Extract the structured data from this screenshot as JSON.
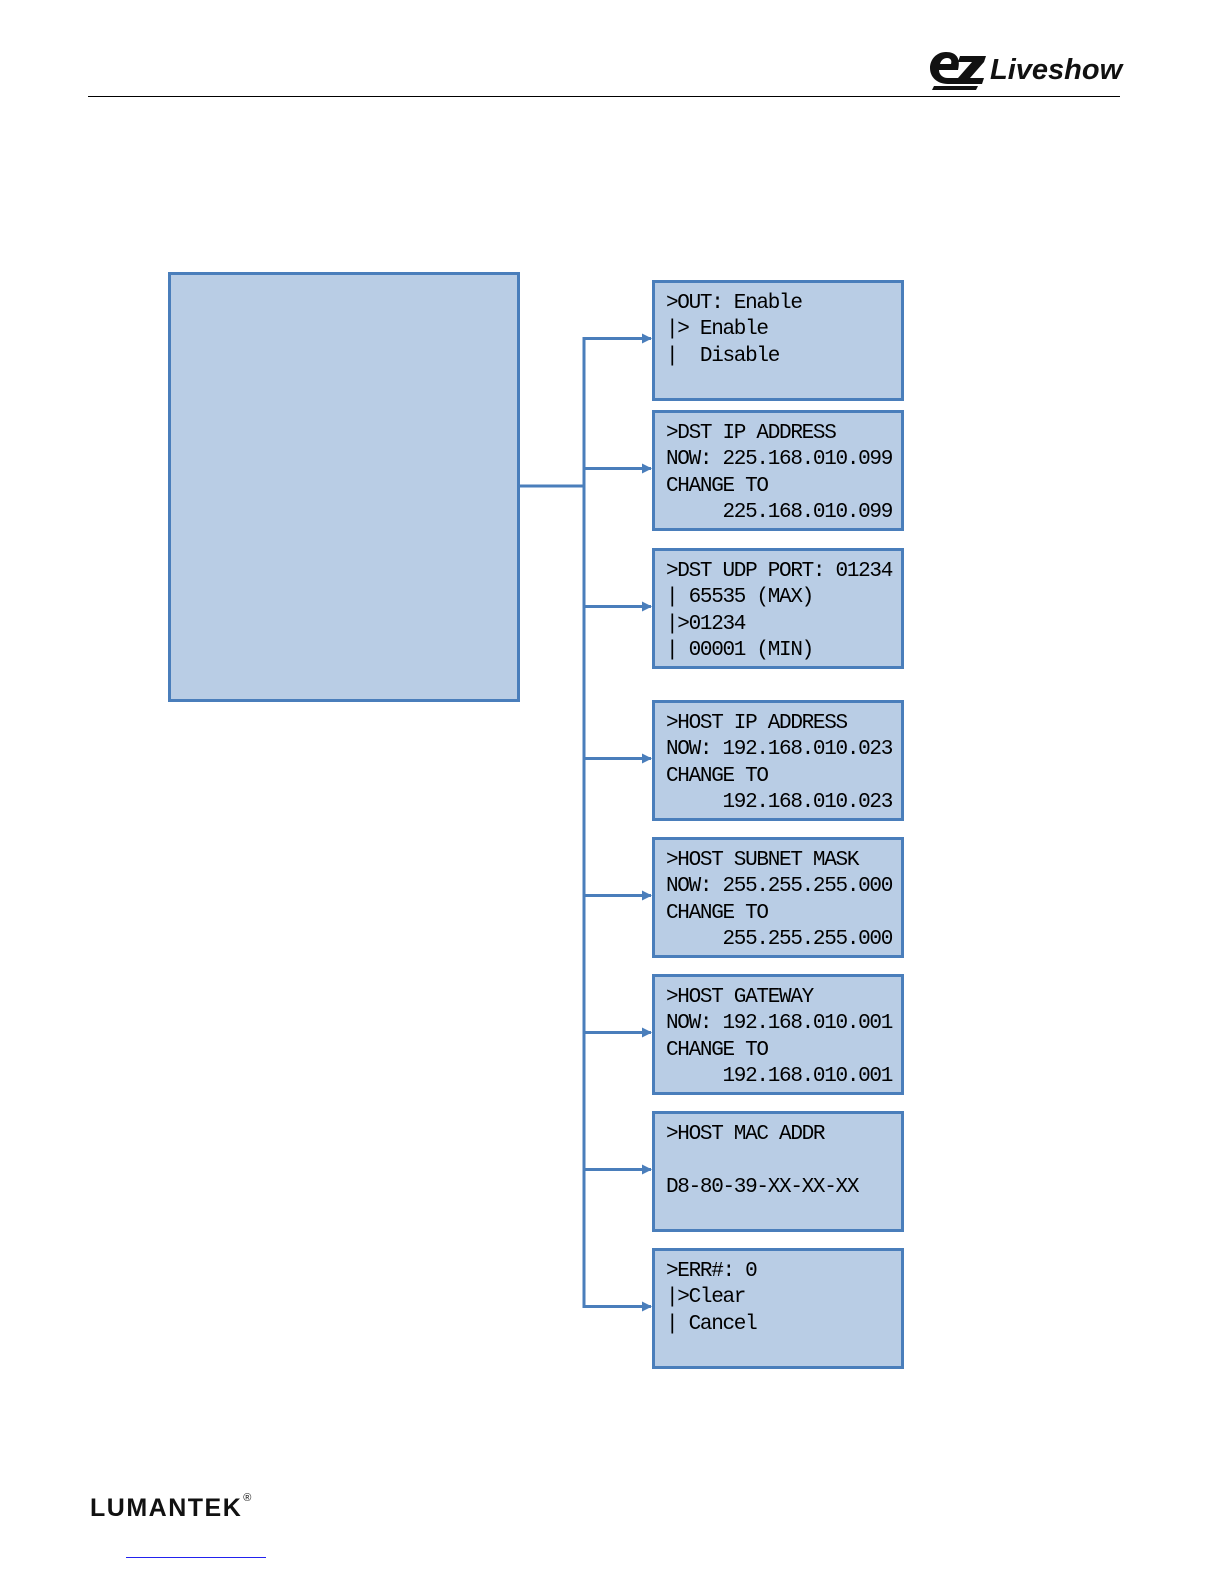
{
  "header": {
    "brand_logo_text": "eZ Liveshow",
    "brand_logo_word": "Liveshow"
  },
  "footer": {
    "company_logo_text": "LUMANTEK",
    "company_logo_mark": "®"
  },
  "diagram": {
    "main_box_text": "",
    "menu_screens": [
      {
        "lines": [
          ">OUT: Enable",
          "|> Enable",
          "|  Disable"
        ]
      },
      {
        "lines": [
          ">DST IP ADDRESS",
          "NOW: 225.168.010.099",
          "CHANGE TO",
          "     225.168.010.099"
        ]
      },
      {
        "lines": [
          ">DST UDP PORT: 01234",
          "| 65535 (MAX)",
          "|>01234",
          "| 00001 (MIN)"
        ]
      },
      {
        "lines": [
          ">HOST IP ADDRESS",
          "NOW: 192.168.010.023",
          "CHANGE TO",
          "     192.168.010.023"
        ]
      },
      {
        "lines": [
          ">HOST SUBNET MASK",
          "NOW: 255.255.255.000",
          "CHANGE TO",
          "     255.255.255.000"
        ]
      },
      {
        "lines": [
          ">HOST GATEWAY",
          "NOW: 192.168.010.001",
          "CHANGE TO",
          "     192.168.010.001"
        ]
      },
      {
        "lines": [
          ">HOST MAC ADDR",
          "",
          "D8-80-39-XX-XX-XX"
        ]
      },
      {
        "lines": [
          ">ERR#: 0",
          "|>Clear",
          "| Cancel"
        ]
      }
    ],
    "colors": {
      "box_fill": "#b9cde5",
      "box_border": "#4a7ebb",
      "connector": "#4a7ebb"
    }
  }
}
